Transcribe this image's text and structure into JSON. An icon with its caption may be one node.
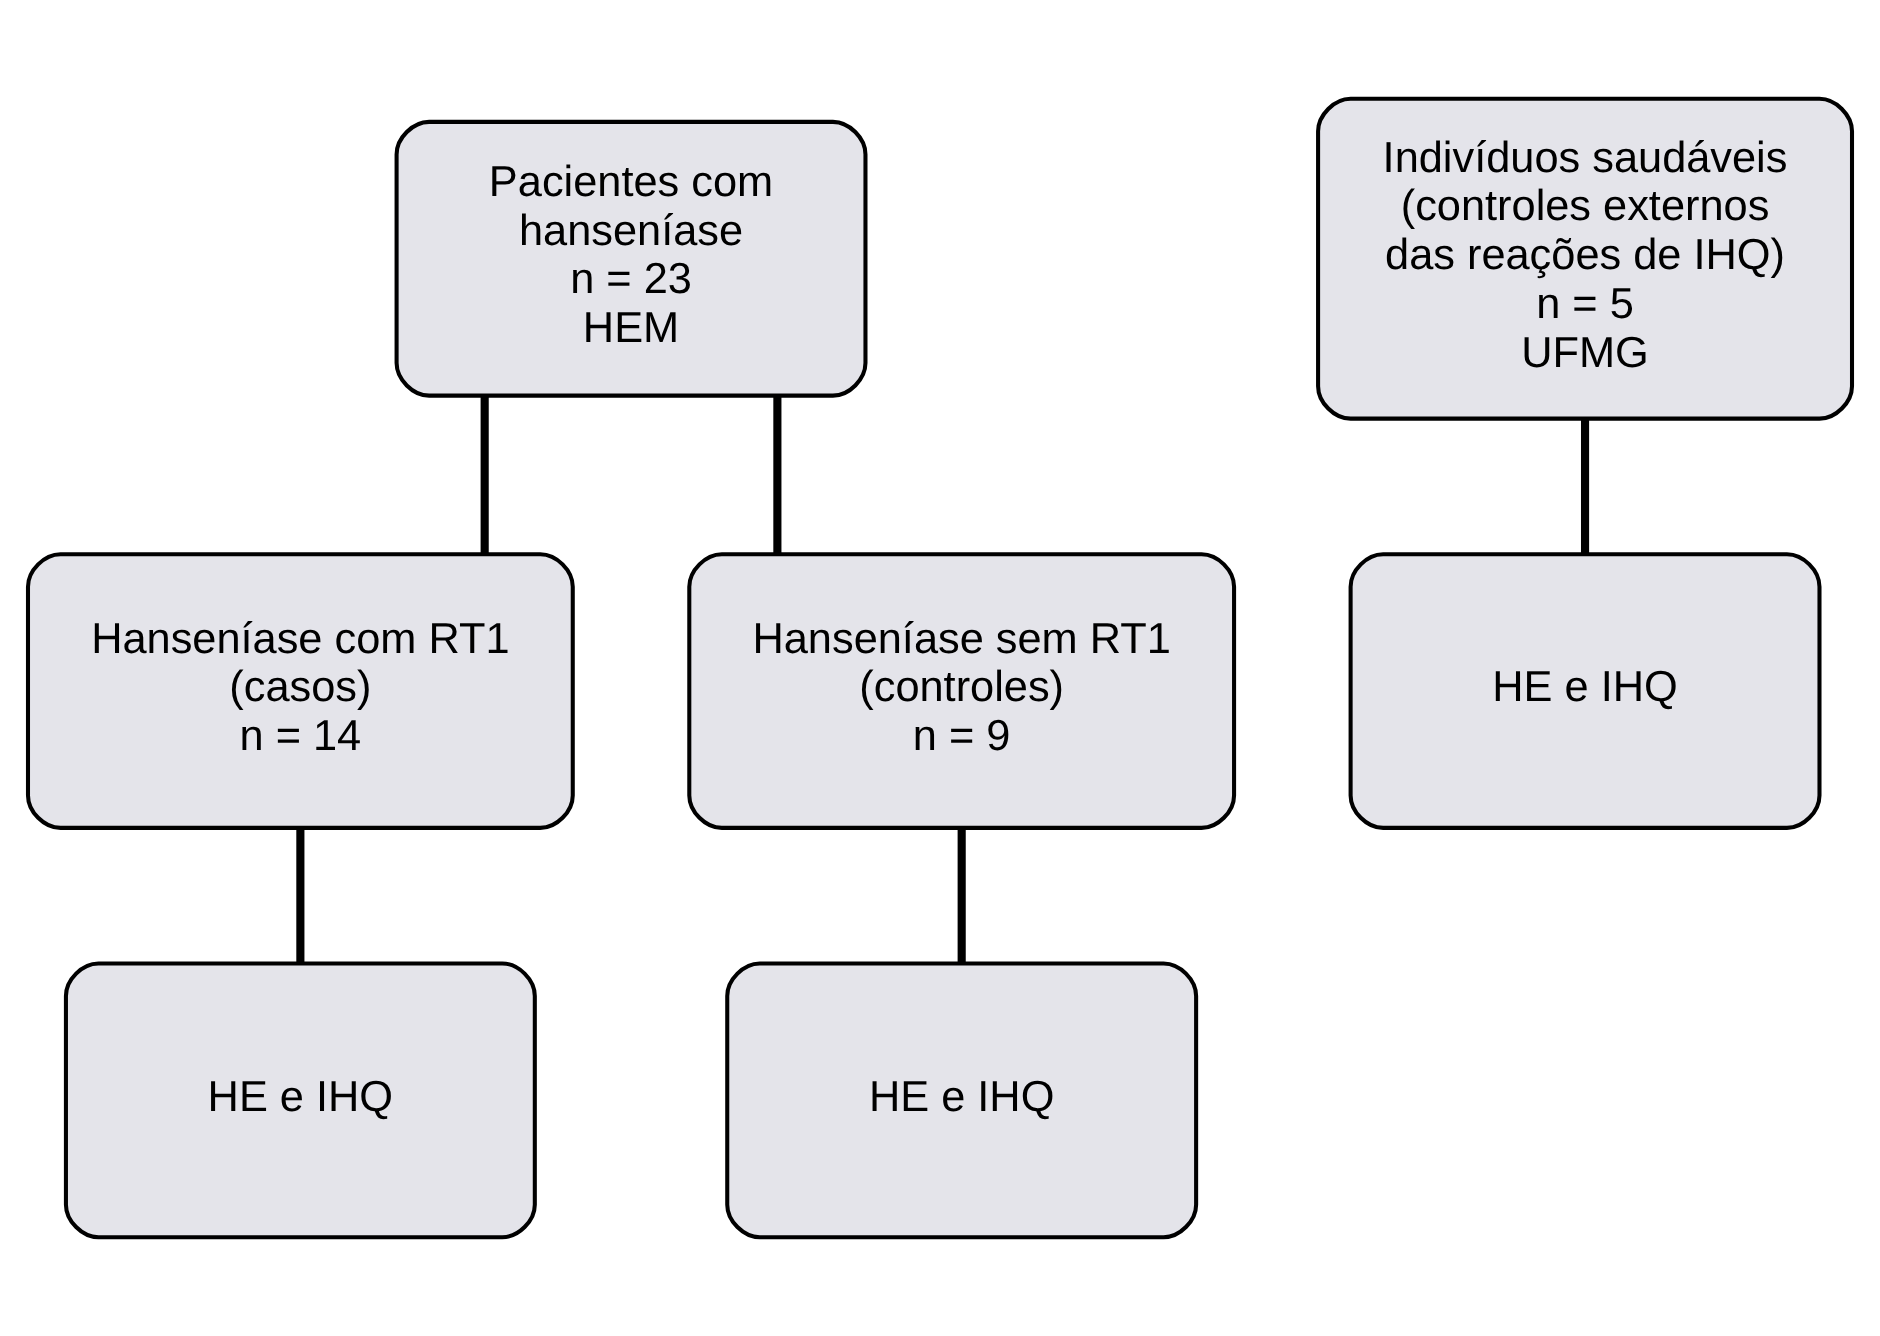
{
  "diagram": {
    "nodes": [
      {
        "text": [
          "Pacientes com hanseníase",
          "n = 23",
          "HEM"
        ]
      },
      {
        "text": [
          "Hanseníase com RT1 (casos)",
          "n = 14"
        ]
      },
      {
        "text": [
          "Hanseníase sem RT1 (controles)",
          "n = 9"
        ]
      },
      {
        "text": [
          "HE e IHQ"
        ]
      },
      {
        "text": [
          "HE e IHQ"
        ]
      },
      {
        "text": [
          "Indivíduos saudáveis (controles externos das reações de IHQ)",
          "n = 5",
          "UFMG"
        ]
      },
      {
        "text": [
          "HE e IHQ"
        ]
      }
    ],
    "edges": [
      {
        "from": 0,
        "to": 1,
        "arrow": "none"
      },
      {
        "from": 0,
        "to": 2,
        "arrow": "none"
      },
      {
        "from": 1,
        "to": 3,
        "arrow": "none"
      },
      {
        "from": 2,
        "to": 4,
        "arrow": "none"
      },
      {
        "from": 5,
        "to": 6,
        "arrow": "none"
      }
    ]
  }
}
